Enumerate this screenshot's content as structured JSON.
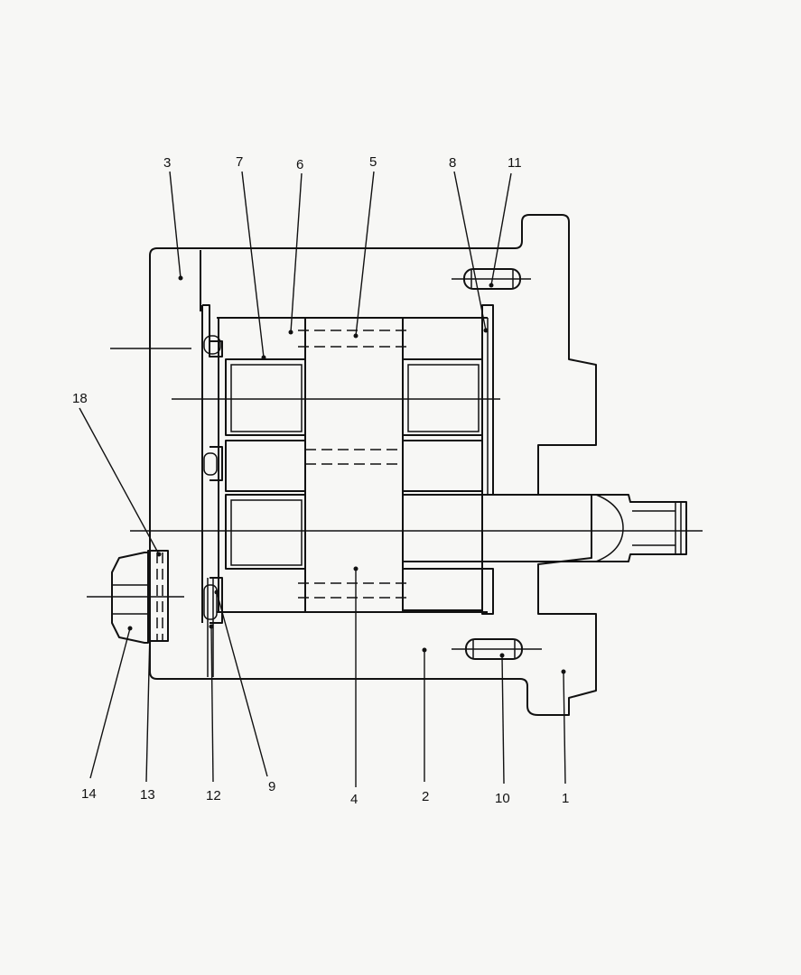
{
  "diagram": {
    "part_labels": {
      "p1": "1",
      "p2": "2",
      "p3": "3",
      "p4": "4",
      "p5": "5",
      "p6": "6",
      "p7": "7",
      "p8": "8",
      "p9": "9",
      "p10": "10",
      "p11": "11",
      "p12": "12",
      "p13": "13",
      "p14": "14",
      "p18": "18"
    }
  }
}
